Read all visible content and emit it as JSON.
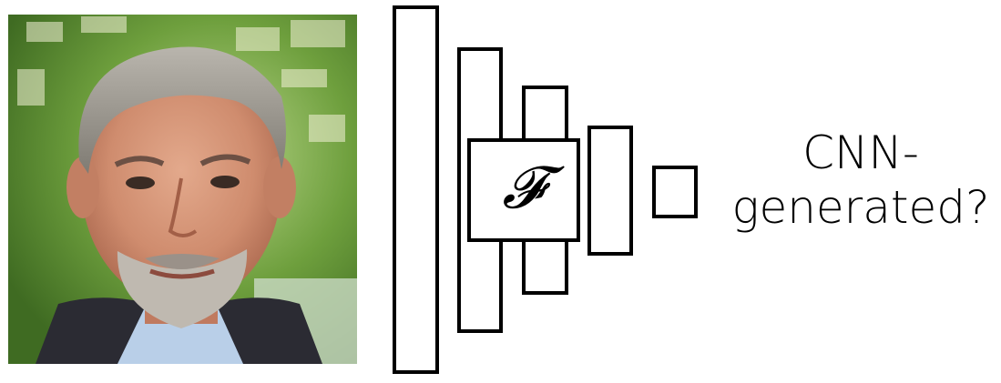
{
  "photo": {
    "subject": "portrait photo of a smiling gray-haired man with a beard",
    "background_color": "#7aa84a"
  },
  "network": {
    "operator_symbol": "𝓕",
    "layer_count": 5
  },
  "caption": {
    "line1": "CNN-",
    "line2": "generated?"
  }
}
